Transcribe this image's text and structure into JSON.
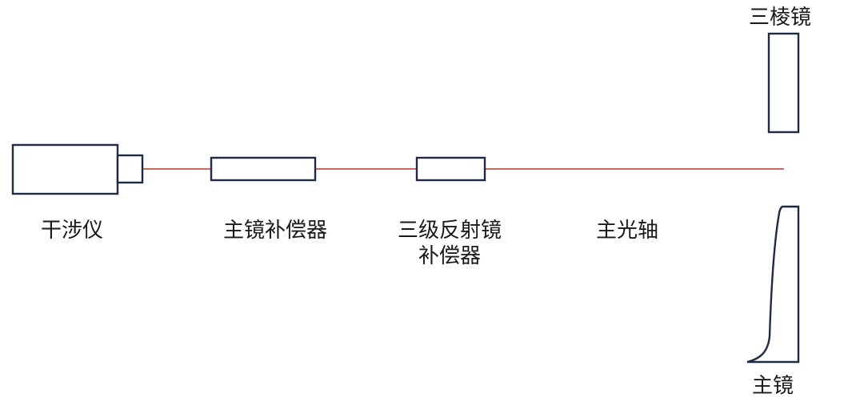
{
  "labels": {
    "interferometer": "干涉仪",
    "primary_compensator": "主镜补偿器",
    "tertiary_compensator_line1": "三级反射镜",
    "tertiary_compensator_line2": "补偿器",
    "optical_axis": "主光轴",
    "prism": "三棱镜",
    "primary_mirror": "主镜"
  },
  "colors": {
    "outline": "#1f2a44",
    "optical_axis": "#c0392b",
    "text": "#1a1a1a",
    "background": "#ffffff"
  }
}
